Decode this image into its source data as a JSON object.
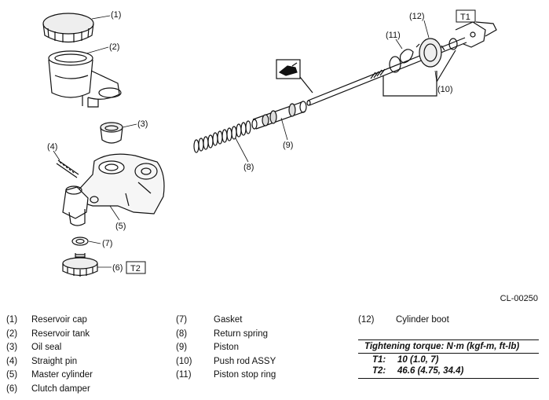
{
  "callouts": {
    "c1": "(1)",
    "c2": "(2)",
    "c3": "(3)",
    "c4": "(4)",
    "c5": "(5)",
    "c6": "(6)",
    "c7": "(7)",
    "c8": "(8)",
    "c9": "(9)",
    "c10": "(10)",
    "c11": "(11)",
    "c12": "(12)"
  },
  "torque_tags": {
    "t1": "T1",
    "t2": "T2"
  },
  "figure_code": "CL-00250",
  "legend": [
    {
      "num": "(1)",
      "name": "Reservoir cap"
    },
    {
      "num": "(2)",
      "name": "Reservoir tank"
    },
    {
      "num": "(3)",
      "name": "Oil seal"
    },
    {
      "num": "(4)",
      "name": "Straight pin"
    },
    {
      "num": "(5)",
      "name": "Master cylinder"
    },
    {
      "num": "(6)",
      "name": "Clutch damper"
    },
    {
      "num": "(7)",
      "name": "Gasket"
    },
    {
      "num": "(8)",
      "name": "Return spring"
    },
    {
      "num": "(9)",
      "name": "Piston"
    },
    {
      "num": "(10)",
      "name": "Push rod ASSY"
    },
    {
      "num": "(11)",
      "name": "Piston stop ring"
    },
    {
      "num": "(12)",
      "name": "Cylinder boot"
    }
  ],
  "torque": {
    "heading": "Tightening torque: N·m (kgf-m, ft-lb)",
    "rows": [
      {
        "key": "T1:",
        "value": "10 (1.0, 7)"
      },
      {
        "key": "T2:",
        "value": "46.6 (4.75, 34.4)"
      }
    ]
  }
}
